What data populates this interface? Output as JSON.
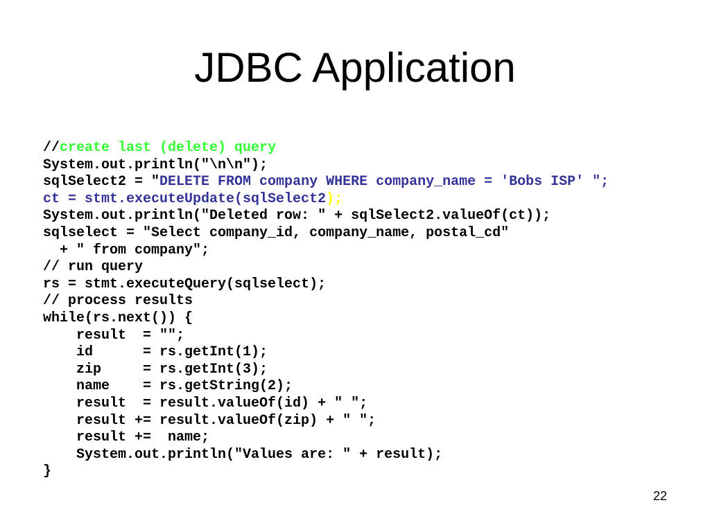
{
  "slide": {
    "title": "JDBC Application",
    "page_number": "22",
    "colors": {
      "text": "#000000",
      "comment_green": "#33ff33",
      "highlight_blue": "#333399",
      "paren_yellow": "#ffff00",
      "background": "#ffffff"
    },
    "code": {
      "line1": {
        "prefix": "//",
        "comment": "create last (delete) query"
      },
      "line2": "System.out.println(\"\\n\\n\");",
      "line3": {
        "prefix": "sqlSelect2 = \"",
        "highlight": "DELETE FROM company WHERE company_name = 'Bobs ISP' \";"
      },
      "line4": {
        "highlight": "ct = stmt.executeUpdate(sqlSelect2",
        "suffix": ");"
      },
      "line5": "System.out.println(\"Deleted row: \" + sqlSelect2.valueOf(ct));",
      "line6": "sqlselect = \"Select company_id, company_name, postal_cd\"",
      "line7": "  + \" from company\";",
      "line8": "// run query",
      "line9": "rs = stmt.executeQuery(sqlselect);",
      "line10": "// process results",
      "line11": "while(rs.next()) {",
      "line12": "    result  = \"\";",
      "line13": "    id      = rs.getInt(1);",
      "line14": "    zip     = rs.getInt(3);",
      "line15": "    name    = rs.getString(2);",
      "line16": "    result  = result.valueOf(id) + \" \";",
      "line17": "    result += result.valueOf(zip) + \" \";",
      "line18": "    result +=  name;",
      "line19": "    System.out.println(\"Values are: \" + result);",
      "line20": "}"
    }
  }
}
